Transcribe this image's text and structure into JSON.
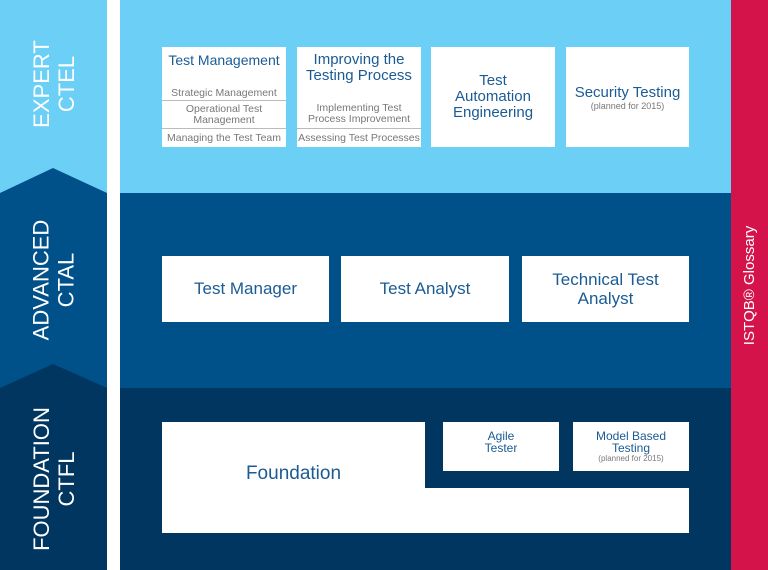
{
  "levels": {
    "expert": {
      "name": "EXPERT",
      "code": "CTEL"
    },
    "advanced": {
      "name": "ADVANCED",
      "code": "CTAL"
    },
    "foundation": {
      "name": "FOUNDATION",
      "code": "CTFL"
    }
  },
  "glossary": "ISTQB® Glossary",
  "expert_modules": {
    "test_management": {
      "title": "Test Management",
      "subs": [
        "Strategic Management",
        "Operational Test Management",
        "Managing the Test Team"
      ]
    },
    "improving": {
      "title": "Improving the Testing Process",
      "subs": [
        "Implementing Test Process Improvement",
        "Assessing Test Processes"
      ]
    },
    "automation": {
      "title": "Test Automation Engineering"
    },
    "security": {
      "title": "Security Testing",
      "note": "(planned for 2015)"
    }
  },
  "advanced_modules": [
    "Test Manager",
    "Test Analyst",
    "Technical Test Analyst"
  ],
  "foundation_modules": {
    "core": "Foundation",
    "agile": "Agile Tester",
    "mbt": {
      "title": "Model Based Testing",
      "note": "(planned for 2015)"
    }
  },
  "colors": {
    "expert": "#6ccff6",
    "advanced": "#00508a",
    "foundation": "#003660",
    "glossary": "#d4134b"
  }
}
